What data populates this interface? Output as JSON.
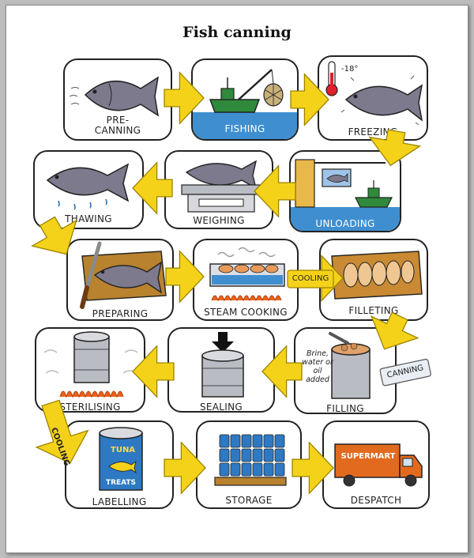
{
  "title": "Fish canning",
  "colors": {
    "arrow": "#f5d21a",
    "arrow_stroke": "#9a8400",
    "water": "#3f8fd0",
    "fish": "#7c7a8c",
    "flame": "#e8621c",
    "can": "#b9bcc2",
    "truck": "#e26a1f"
  },
  "steps": {
    "pre_canning": "PRE-\nCANNING",
    "fishing": "FISHING",
    "freezing": "FREEZING",
    "thawing": "THAWING",
    "weighing": "WEIGHING",
    "unloading": "UNLOADING",
    "preparing": "PREPARING",
    "steam_cooking": "STEAM COOKING",
    "filleting": "FILLETING",
    "sterilising": "STERILISING",
    "sealing": "SEALING",
    "filling": "FILLING",
    "labelling": "LABELLING",
    "storage": "STORAGE",
    "despatch": "DESPATCH"
  },
  "notes": {
    "freezer_temp": "-18°",
    "cooling_1": "COOLING",
    "cooling_2": "COOLING",
    "canning": "CANNING",
    "filling_liquids": "Brine, water or oil added",
    "can_label_line1": "TUNA",
    "can_label_line2": "TREATS",
    "truck_sign": "SUPERMART"
  }
}
